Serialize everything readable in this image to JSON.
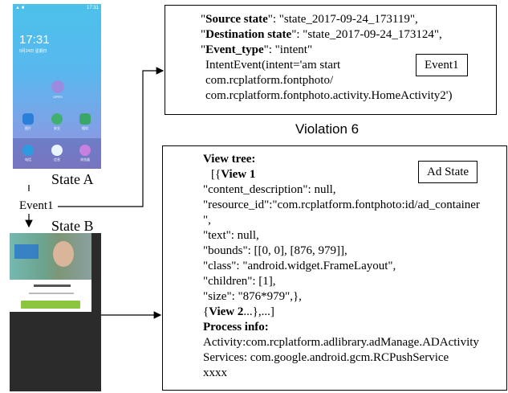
{
  "event_box": {
    "lines": [
      {
        "key": "Source state",
        "value": ": \"state_2017-09-24_173119\","
      },
      {
        "key": "Destination state",
        "value": ": \"state_2017-09-24_173124\","
      },
      {
        "key": "Event_type",
        "value": "\": \"intent\""
      },
      {
        "key": "",
        "value": "IntentEvent(intent='am start"
      },
      {
        "key": "",
        "value": "com.rcplatform.fontphoto/"
      },
      {
        "key": "",
        "value": "com.rcplatform.fontphoto.activity.HomeActivity2')"
      }
    ],
    "tag": "Event1"
  },
  "violation_label": "Violation 6",
  "ad_box": {
    "tag": "Ad State",
    "view_tree_label": "View tree:",
    "view1_prefix": "[{",
    "view1_label": "View 1",
    "lines": [
      "\"content_description\": null,",
      "\"resource_id\":\"com.rcplatform.fontphoto:id/ad_container",
      "\",",
      "\"text\": null,",
      "\"bounds\": [[0, 0], [876, 979]],",
      " \"class\": \"android.widget.FrameLayout\",",
      " \"children\": [1],",
      " \"size\": \"876*979\",},"
    ],
    "view2_prefix": "{",
    "view2_label": "View 2",
    "view2_suffix": "...},...]",
    "process_label": "Process info:",
    "process_lines": [
      "Activity:com.rcplatform.adlibrary.adManage.ADActivity",
      "Services: com.google.android.gcm.RCPushService",
      "xxxx"
    ]
  },
  "state_a_label": "State A",
  "state_b_label": "State B",
  "event1_label": "Event1",
  "phone_a": {
    "status_time": "17:31",
    "clock": "17:31",
    "date": "9月24日 星期日",
    "app_labels": [
      "OPPO",
      "图片",
      "安全",
      "相机",
      "电话",
      "信息",
      "浏览器"
    ]
  }
}
